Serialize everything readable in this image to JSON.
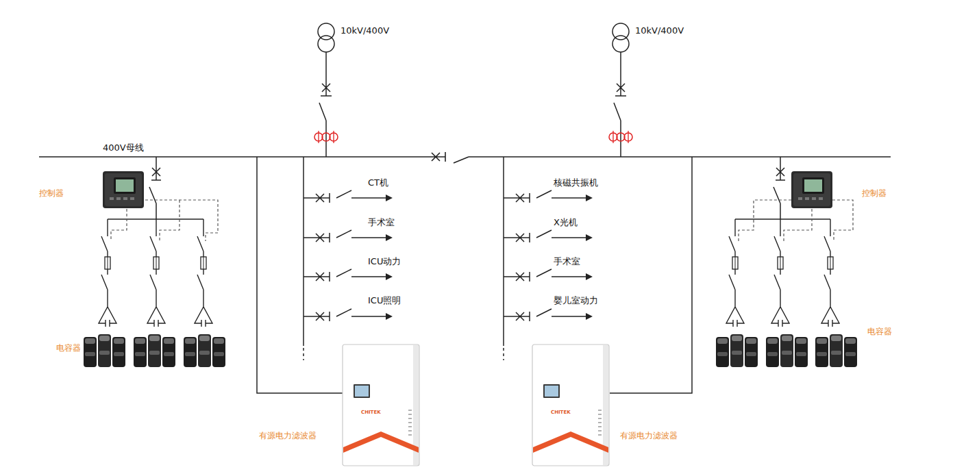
{
  "diagram": {
    "labels": [
      "10kV/400V",
      "10kV/400V",
      "400V母线",
      "控制器",
      "CT机",
      "手术室",
      "ICU动力",
      "ICU照明",
      "核磁共振机",
      "X光机",
      "手术室",
      "婴儿室动力",
      "控制器",
      "电容器",
      "电容器",
      "有源电力滤波器",
      "有源电力滤波器",
      "CHITEK",
      "CHITEK"
    ]
  }
}
